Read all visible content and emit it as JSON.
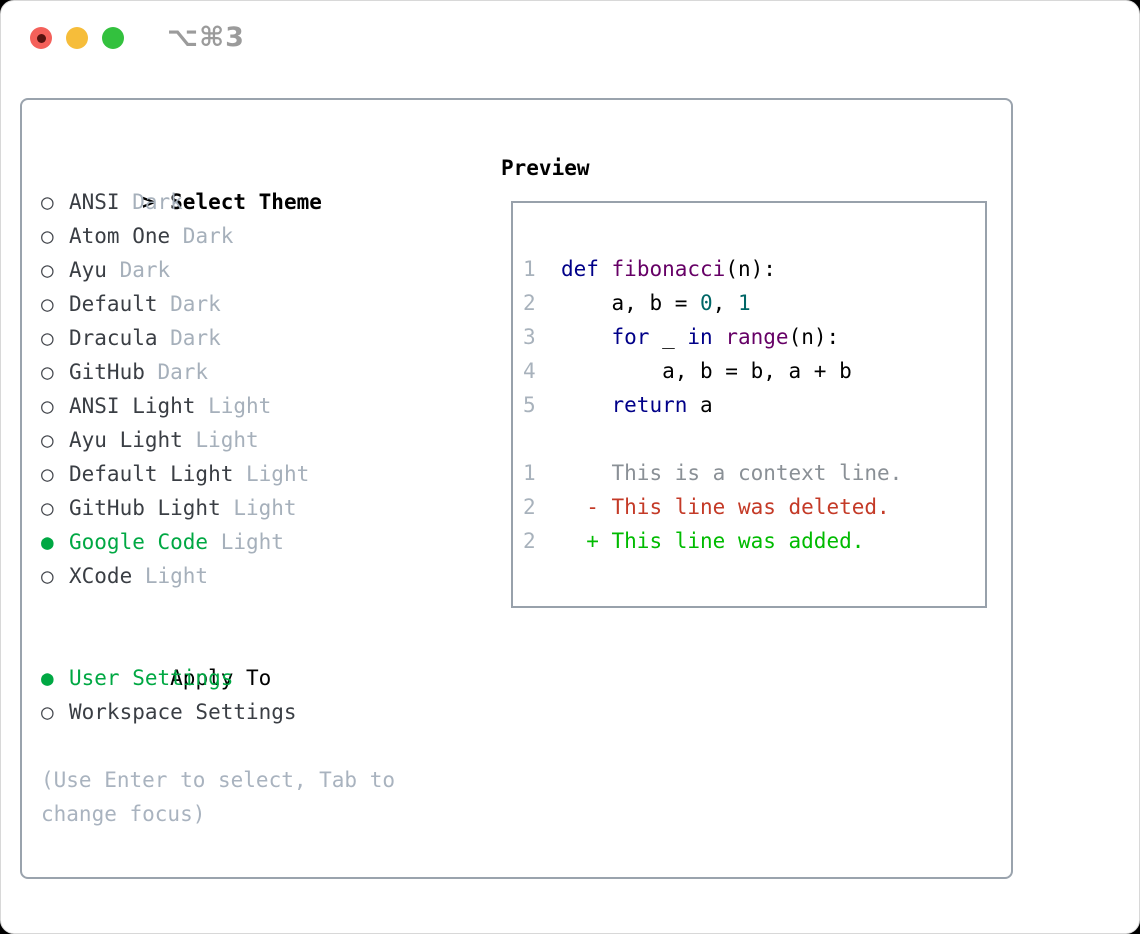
{
  "window": {
    "title": "⌥⌘3"
  },
  "theme_panel": {
    "header": {
      "prefix": ">",
      "label": "Select Theme"
    },
    "themes": [
      {
        "name": "ANSI",
        "variant": "Dark",
        "selected": false
      },
      {
        "name": "Atom One",
        "variant": "Dark",
        "selected": false
      },
      {
        "name": "Ayu",
        "variant": "Dark",
        "selected": false
      },
      {
        "name": "Default",
        "variant": "Dark",
        "selected": false
      },
      {
        "name": "Dracula",
        "variant": "Dark",
        "selected": false
      },
      {
        "name": "GitHub",
        "variant": "Dark",
        "selected": false
      },
      {
        "name": "ANSI Light",
        "variant": "Light",
        "selected": false
      },
      {
        "name": "Ayu Light",
        "variant": "Light",
        "selected": false
      },
      {
        "name": "Default Light",
        "variant": "Light",
        "selected": false
      },
      {
        "name": "GitHub Light",
        "variant": "Light",
        "selected": false
      },
      {
        "name": "Google Code",
        "variant": "Light",
        "selected": true
      },
      {
        "name": "XCode",
        "variant": "Light",
        "selected": false
      }
    ],
    "apply_to": {
      "label": "Apply To",
      "options": [
        {
          "label": "User Settings",
          "selected": true
        },
        {
          "label": "Workspace Settings",
          "selected": false
        }
      ]
    },
    "hint": [
      "(Use Enter to select, Tab to",
      "change focus)"
    ]
  },
  "preview": {
    "label": "Preview",
    "code_lines": [
      [
        [
          "1  ",
          "num"
        ],
        [
          "def",
          "kwd"
        ],
        [
          " ",
          "pln"
        ],
        [
          "fibonacci",
          "typ"
        ],
        [
          "(n):",
          "pln"
        ]
      ],
      [
        [
          "2  ",
          "num"
        ],
        [
          "    a, b = ",
          "pln"
        ],
        [
          "0",
          "lit"
        ],
        [
          ", ",
          "pln"
        ],
        [
          "1",
          "lit"
        ]
      ],
      [
        [
          "3  ",
          "num"
        ],
        [
          "    ",
          "pln"
        ],
        [
          "for",
          "kwd"
        ],
        [
          " _ ",
          "pln"
        ],
        [
          "in",
          "kwd"
        ],
        [
          " ",
          "pln"
        ],
        [
          "range",
          "typ"
        ],
        [
          "(n):",
          "pln"
        ]
      ],
      [
        [
          "4  ",
          "num"
        ],
        [
          "        a, b = b, a + b",
          "pln"
        ]
      ],
      [
        [
          "5  ",
          "num"
        ],
        [
          "    ",
          "pln"
        ],
        [
          "return",
          "kwd"
        ],
        [
          " a",
          "pln"
        ]
      ],
      [],
      [
        [
          "1  ",
          "num"
        ],
        [
          "    This is a context line.",
          "ctx"
        ]
      ],
      [
        [
          "2  ",
          "num"
        ],
        [
          "  - This line was deleted.",
          "del"
        ]
      ],
      [
        [
          "2  ",
          "num"
        ],
        [
          "  + This line was added.",
          "add"
        ]
      ]
    ]
  },
  "icons": {
    "unselected": "○",
    "selected": "●",
    "header_caret": ">"
  },
  "colors": {
    "selected_green": "#00a843",
    "added_green": "#00bb00",
    "deleted_red": "#c43a27",
    "keyword_blue": "#000088",
    "type_purple": "#660066",
    "literal_teal": "#006666",
    "muted_gray": "#a6b0bb",
    "context_gray": "#8a9096",
    "panel_border": "#9aa3ad"
  }
}
